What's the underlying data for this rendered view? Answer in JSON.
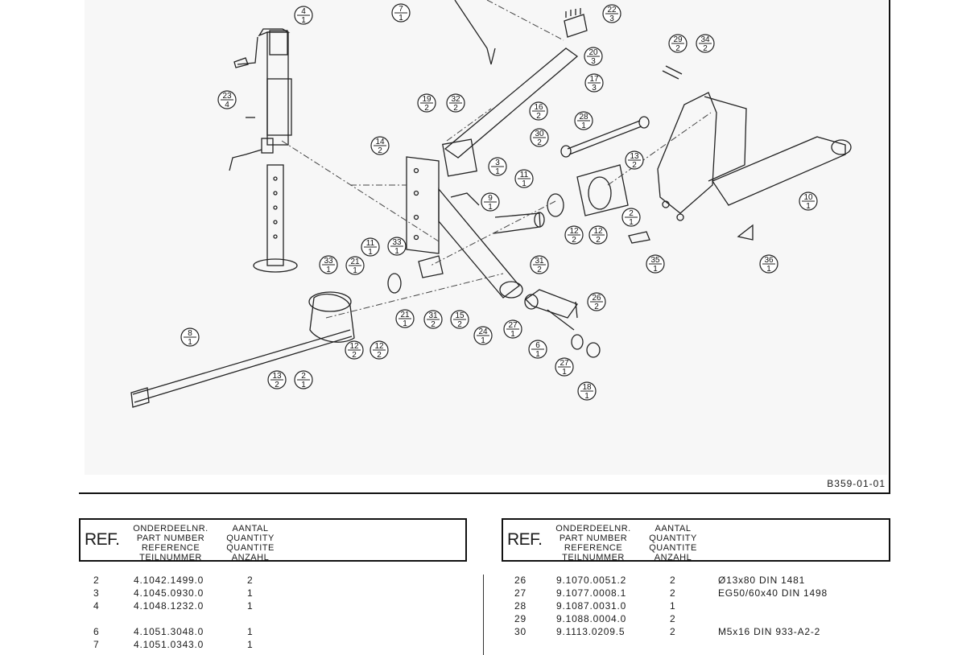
{
  "drawing": {
    "code": "B359-01-01",
    "callouts": [
      {
        "n": "4",
        "q": "1"
      },
      {
        "n": "7",
        "q": "1"
      },
      {
        "n": "22",
        "q": "3"
      },
      {
        "n": "20",
        "q": "3"
      },
      {
        "n": "17",
        "q": "3"
      },
      {
        "n": "29",
        "q": "2"
      },
      {
        "n": "34",
        "q": "2"
      },
      {
        "n": "23",
        "q": "4"
      },
      {
        "n": "19",
        "q": "2"
      },
      {
        "n": "32",
        "q": "2"
      },
      {
        "n": "16",
        "q": "2"
      },
      {
        "n": "28",
        "q": "1"
      },
      {
        "n": "30",
        "q": "2"
      },
      {
        "n": "14",
        "q": "2"
      },
      {
        "n": "3",
        "q": "1"
      },
      {
        "n": "13",
        "q": "2"
      },
      {
        "n": "11",
        "q": "1"
      },
      {
        "n": "9",
        "q": "1"
      },
      {
        "n": "10",
        "q": "1"
      },
      {
        "n": "2",
        "q": "1"
      },
      {
        "n": "12",
        "q": "2"
      },
      {
        "n": "12",
        "q": "2"
      },
      {
        "n": "11",
        "q": "1"
      },
      {
        "n": "33",
        "q": "1"
      },
      {
        "n": "35",
        "q": "1"
      },
      {
        "n": "36",
        "q": "1"
      },
      {
        "n": "33",
        "q": "1"
      },
      {
        "n": "21",
        "q": "1"
      },
      {
        "n": "31",
        "q": "2"
      },
      {
        "n": "26",
        "q": "2"
      },
      {
        "n": "8",
        "q": "1"
      },
      {
        "n": "21",
        "q": "1"
      },
      {
        "n": "31",
        "q": "2"
      },
      {
        "n": "15",
        "q": "2"
      },
      {
        "n": "27",
        "q": "1"
      },
      {
        "n": "24",
        "q": "1"
      },
      {
        "n": "6",
        "q": "1"
      },
      {
        "n": "12",
        "q": "2"
      },
      {
        "n": "12",
        "q": "2"
      },
      {
        "n": "27",
        "q": "1"
      },
      {
        "n": "13",
        "q": "2"
      },
      {
        "n": "2",
        "q": "1"
      },
      {
        "n": "18",
        "q": "1"
      }
    ]
  },
  "header": {
    "ref_label": "REF.",
    "part_number_lines": [
      "ONDERDEELNR.",
      "PART NUMBER",
      "REFERENCE",
      "TEILNUMMER"
    ],
    "quantity_lines": [
      "AANTAL",
      "QUANTITY",
      "QUANTITE",
      "ANZAHL"
    ]
  },
  "left_rows": [
    {
      "ref": "2",
      "part": "4.1042.1499.0",
      "qty": "2",
      "desc": ""
    },
    {
      "ref": "3",
      "part": "4.1045.0930.0",
      "qty": "1",
      "desc": ""
    },
    {
      "ref": "4",
      "part": "4.1048.1232.0",
      "qty": "1",
      "desc": ""
    },
    {
      "ref": "6",
      "part": "4.1051.3048.0",
      "qty": "1",
      "desc": ""
    },
    {
      "ref": "7",
      "part": "4.1051.0343.0",
      "qty": "1",
      "desc": ""
    }
  ],
  "right_rows": [
    {
      "ref": "26",
      "part": "9.1070.0051.2",
      "qty": "2",
      "desc": "Ø13x80 DIN 1481"
    },
    {
      "ref": "27",
      "part": "9.1077.0008.1",
      "qty": "2",
      "desc": "EG50/60x40 DIN 1498"
    },
    {
      "ref": "28",
      "part": "9.1087.0031.0",
      "qty": "1",
      "desc": ""
    },
    {
      "ref": "29",
      "part": "9.1088.0004.0",
      "qty": "2",
      "desc": ""
    },
    {
      "ref": "30",
      "part": "9.1113.0209.5",
      "qty": "2",
      "desc": "M5x16 DIN 933-A2-2"
    }
  ]
}
